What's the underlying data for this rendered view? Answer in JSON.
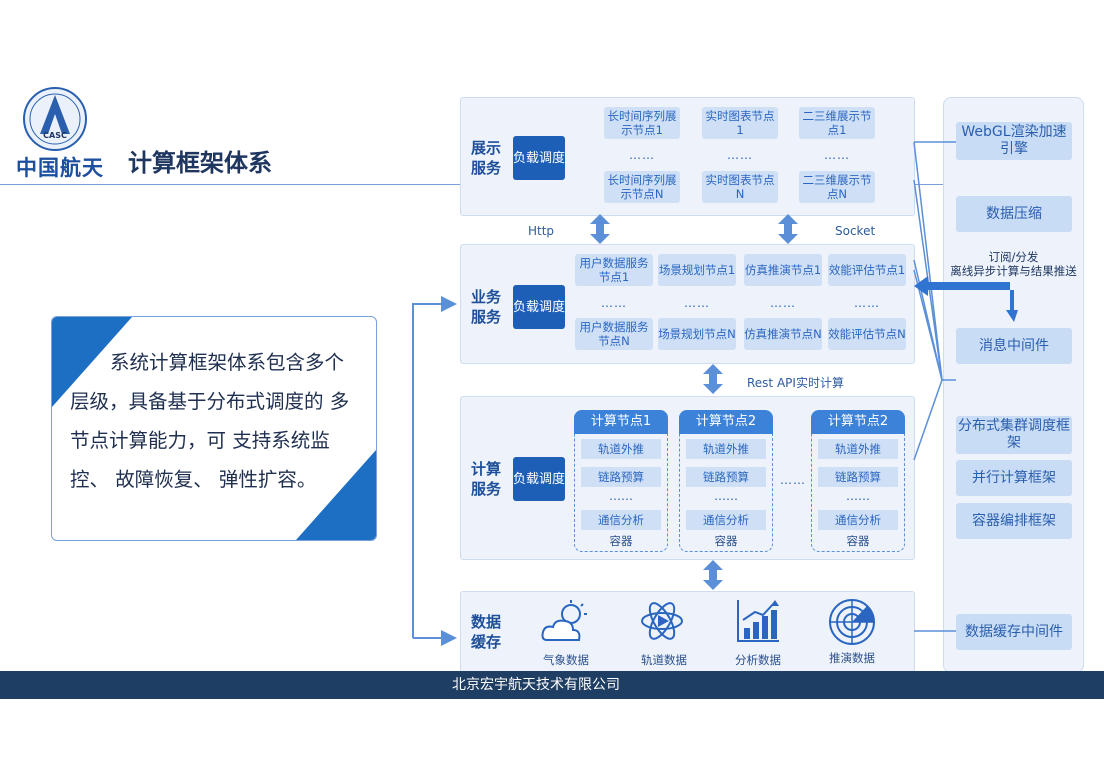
{
  "header": {
    "logo_text": "中国航天",
    "logo_badge": "CASC",
    "title": "计算框架体系"
  },
  "callout": {
    "text": "系统计算框架体系包含多个层级，具备基于分布式调度的 多节点计算能力，可 支持系统监控、 故障恢复、 弹性扩容。"
  },
  "layers": {
    "display": {
      "label": "展示服务",
      "balancer": "负载调度",
      "nodes_top": [
        "长时间序列展示节点1",
        "实时图表节点1",
        "二三维展示节点1"
      ],
      "nodes_bottom": [
        "长时间序列展示节点N",
        "实时图表节点N",
        "二三维展示节点N"
      ],
      "dots": "……"
    },
    "business": {
      "label": "业务服务",
      "balancer": "负载调度",
      "nodes_top": [
        "用户数据服务节点1",
        "场景规划节点1",
        "仿真推演节点1",
        "效能评估节点1"
      ],
      "nodes_bottom": [
        "用户数据服务节点N",
        "场景规划节点N",
        "仿真推演节点N",
        "效能评估节点N"
      ],
      "dots": "……"
    },
    "compute": {
      "label": "计算服务",
      "balancer": "负载调度",
      "groups": [
        {
          "head": "计算节点1",
          "items": [
            "轨道外推",
            "链路预算",
            "通信分析"
          ],
          "container": "容器"
        },
        {
          "head": "计算节点2",
          "items": [
            "轨道外推",
            "链路预算",
            "通信分析"
          ],
          "container": "容器"
        },
        {
          "head": "计算节点2",
          "items": [
            "轨道外推",
            "链路预算",
            "通信分析"
          ],
          "container": "容器"
        }
      ],
      "dots": "……"
    },
    "storage": {
      "label": "数据缓存",
      "items": [
        "气象数据",
        "轨道数据",
        "分析数据",
        "推演数据"
      ]
    }
  },
  "connectors": {
    "http": "Http",
    "socket": "Socket",
    "rest": "Rest API实时计算"
  },
  "right_panel": {
    "webgl": "WebGL渲染加速引擎",
    "compress": "数据压缩",
    "pubsub_line1": "订阅/分发",
    "pubsub_line2": "离线异步计算与结果推送",
    "mq": "消息中间件",
    "distributed": "分布式集群调度框架",
    "parallel": "并行计算框架",
    "container": "容器编排框架",
    "cache": "数据缓存中间件"
  },
  "footer": {
    "company": "北京宏宇航天技术有限公司"
  },
  "colors": {
    "primary": "#1d5fb6",
    "node_bg": "#cfe0f6",
    "layer_bg": "#eef3fb",
    "footer_bg": "#1f3e63",
    "arrow": "#5b8fd8"
  }
}
